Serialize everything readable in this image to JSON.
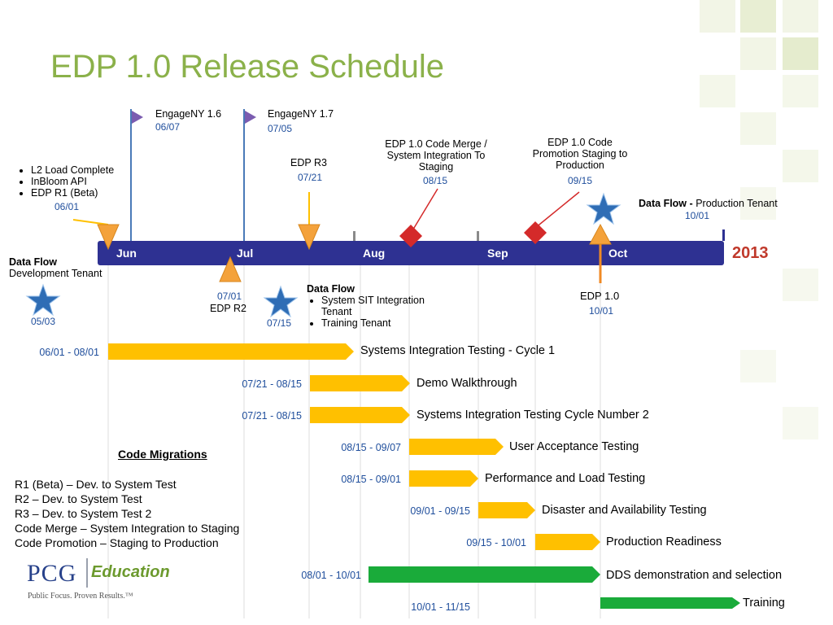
{
  "title": "EDP 1.0 Release Schedule",
  "year": "2013",
  "months": [
    "Jun",
    "Jul",
    "Aug",
    "Sep",
    "Oct"
  ],
  "milestones": {
    "engageny16": {
      "name": "EngageNY 1.6",
      "date": "06/07"
    },
    "engageny17": {
      "name": "EngageNY 1.7",
      "date": "07/05"
    },
    "l2": {
      "items": [
        "L2 Load Complete",
        "InBloom API",
        "EDP R1 (Beta)"
      ],
      "date": "06/01"
    },
    "edp_r3": {
      "name": "EDP R3",
      "date": "07/21"
    },
    "code_merge": {
      "name": "EDP 1.0 Code Merge / System Integration To Staging",
      "date": "08/15"
    },
    "code_promotion": {
      "name": "EDP 1.0 Code Promotion Staging to Production",
      "date": "09/15"
    },
    "data_flow_prod": {
      "label": "Data Flow",
      "separator": "-",
      "detail": "Production Tenant",
      "date": "10/01"
    },
    "data_flow_dev": {
      "label": "Data Flow",
      "detail": "Development Tenant",
      "date": "05/03"
    },
    "edp_r2": {
      "name": "EDP R2",
      "date": "07/01"
    },
    "data_flow_sit": {
      "label": "Data Flow",
      "items": [
        "System SIT Integration Tenant",
        "Training Tenant"
      ],
      "date": "07/15"
    },
    "edp_10": {
      "name": "EDP 1.0",
      "date": "10/01"
    }
  },
  "gantt": [
    {
      "range": "06/01 - 08/01",
      "label": "Systems Integration Testing - Cycle 1",
      "color": "#ffc000"
    },
    {
      "range": "07/21 - 08/15",
      "label": "Demo Walkthrough",
      "color": "#ffc000"
    },
    {
      "range": "07/21 - 08/15",
      "label": "Systems Integration Testing Cycle Number 2",
      "color": "#ffc000"
    },
    {
      "range": "08/15 - 09/07",
      "label": "User Acceptance Testing",
      "color": "#ffc000"
    },
    {
      "range": "08/15 - 09/01",
      "label": "Performance and Load Testing",
      "color": "#ffc000"
    },
    {
      "range": "09/01 - 09/15",
      "label": "Disaster and Availability Testing",
      "color": "#ffc000"
    },
    {
      "range": "09/15 - 10/01",
      "label": "Production Readiness",
      "color": "#ffc000"
    },
    {
      "range": "08/01 - 10/01",
      "label": "DDS demonstration and selection",
      "color": "#1aab3a"
    },
    {
      "range": "10/01 - 11/15",
      "label": "Training",
      "color": "#1aab3a"
    }
  ],
  "code_migrations": {
    "heading": "Code Migrations",
    "lines": [
      "R1  (Beta)  – Dev. to System Test",
      "R2 – Dev. to System Test",
      "R3 – Dev. to System Test 2",
      "Code Merge – System Integration to Staging",
      "Code Promotion – Staging to Production"
    ]
  },
  "logo": {
    "brand": "PCG",
    "product": "Education",
    "tagline": "Public Focus. Proven Results.™"
  },
  "colors": {
    "title": "#8bb14a",
    "timeline": "#2e3192",
    "year": "#c0392b",
    "date": "#1f4e9c",
    "gold": "#ffc000",
    "green": "#1aab3a",
    "star": "#2f6db5",
    "diamond": "#d42a2a",
    "flag": "#7b5cb0"
  }
}
